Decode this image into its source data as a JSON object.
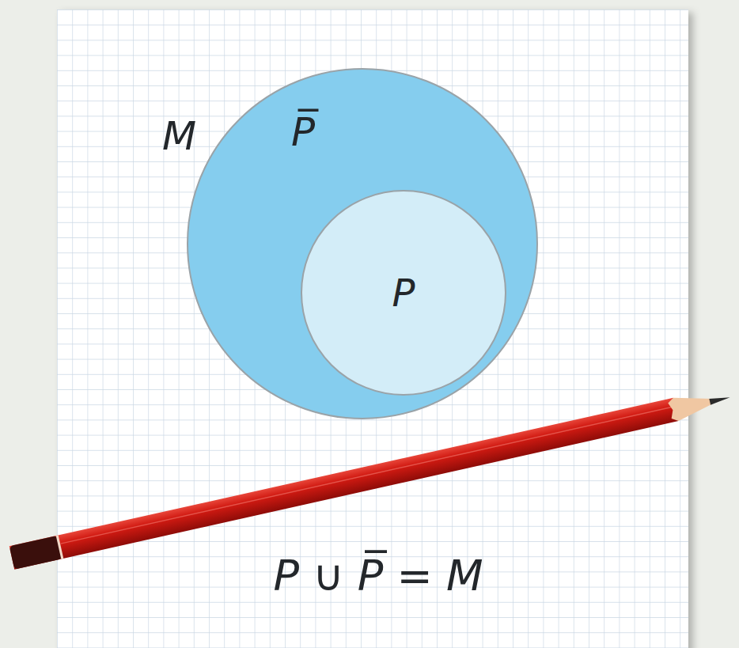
{
  "diagram": {
    "nodes": [
      {
        "text": [
          "M",
          "P̅"
        ]
      },
      {
        "text": [
          "P"
        ],
        "in": 0
      }
    ],
    "labels": [
      "P ∪ P̅ = M"
    ]
  }
}
